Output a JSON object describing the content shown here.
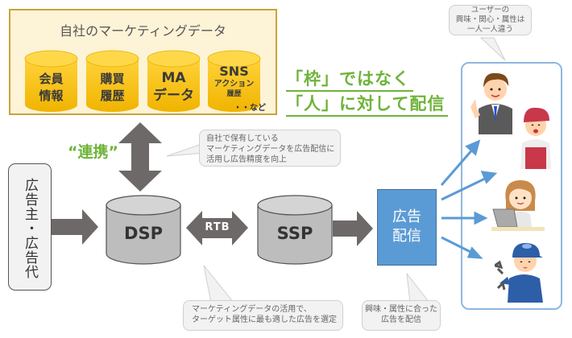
{
  "marketing_data": {
    "title": "自社のマーケティングデータ",
    "sources": [
      {
        "line1": "会員",
        "line2": "情報"
      },
      {
        "line1": "購買",
        "line2": "履歴"
      },
      {
        "line1": "MA",
        "line2": "データ"
      },
      {
        "line1": "SNS",
        "line2": "アクション",
        "line3": "履歴"
      }
    ],
    "etc_label": "・・など"
  },
  "slogan": {
    "line1": "「枠」ではなく",
    "line2": "「人」に対して配信"
  },
  "link_label": "“連携”",
  "callouts": {
    "integration": [
      "自社で保有している",
      "マーケティングデータを広告配信に",
      "活用し広告精度を向上"
    ],
    "dsp": [
      "マーケティングデータの活用で、",
      "ターゲット属性に最も適した広告を選定"
    ],
    "delivery": [
      "興味・属性に合った",
      "広告を配信"
    ],
    "users": [
      "ユーザーの",
      "興味・関心・属性は",
      "一人一人違う"
    ]
  },
  "advertiser_label": "広告主・広告代理店",
  "dsp_label": "DSP",
  "rtb_label": "RTB",
  "ssp_label": "SSP",
  "ad_delivery_label": {
    "line1": "広告",
    "line2": "配信"
  },
  "users": [
    {
      "name": "businessman"
    },
    {
      "name": "shop-clerk"
    },
    {
      "name": "office-worker"
    },
    {
      "name": "mechanic"
    }
  ],
  "colors": {
    "accent_green": "#6fb33a",
    "data_gold": "#f5c000",
    "arrow_gray": "#6d6968",
    "ad_blue": "#5b9bd5",
    "panel_border": "#8db8e0"
  }
}
